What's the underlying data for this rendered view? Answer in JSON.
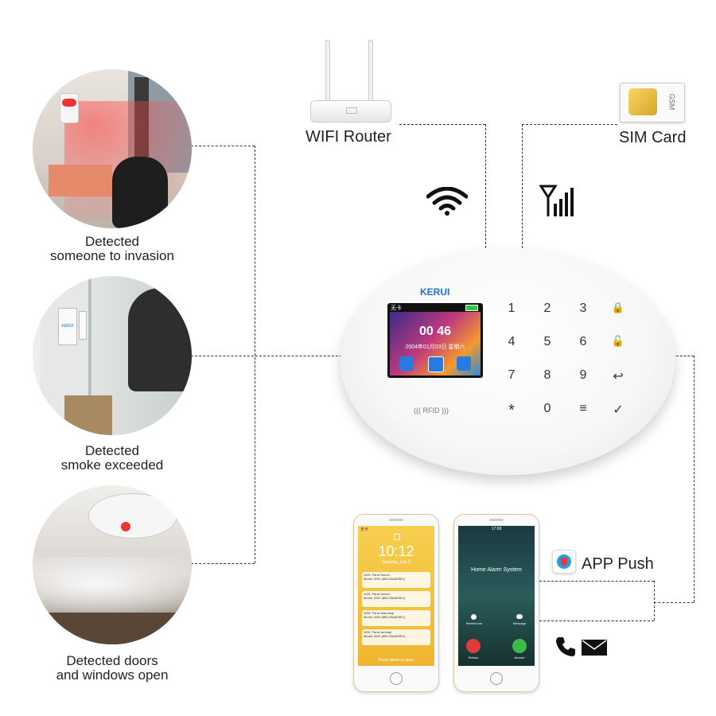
{
  "sensors": [
    {
      "caption_line1": "Detected",
      "caption_line2": "someone to invasion"
    },
    {
      "caption_line1": "Detected",
      "caption_line2": "smoke exceeded"
    },
    {
      "caption_line1": "Detected doors",
      "caption_line2": "and windows open"
    }
  ],
  "router": {
    "label": "WIFI Router"
  },
  "sim": {
    "label": "SIM Card",
    "chip_text": "GSM"
  },
  "app_push": {
    "label": "APP Push"
  },
  "panel": {
    "brand": "KERUI",
    "rfid": "RFID",
    "lcd_status": "无卡",
    "lcd_time": "00 46",
    "lcd_date": "2004年01月03日 星期六",
    "keys": [
      [
        "1",
        "2",
        "3",
        "🔒"
      ],
      [
        "4",
        "5",
        "6",
        "🔓"
      ],
      [
        "7",
        "8",
        "9",
        "↩"
      ],
      [
        "*",
        "0",
        "≡",
        "✓"
      ]
    ]
  },
  "phone1": {
    "status": "无卡",
    "time": "10:12",
    "date": "Saturday, July 3",
    "notifications": [
      {
        "line1": "W20: Panel home!",
        "line2": "Model: W20 (6BC43A8D9E1)"
      },
      {
        "line1": "W20: Panel home!",
        "line2": "Model: W20 (6BC43A8D9E1)"
      },
      {
        "line1": "W20: Panel alarming!",
        "line2": "Model: W20 (6BC43A8D9E1)"
      },
      {
        "line1": "W20: Panel arming!",
        "line2": "Model: W20 (6BC43A8D9E1)"
      }
    ],
    "footer": "Press home to open"
  },
  "phone2": {
    "time": "17:08",
    "caller": "Home Alarm System",
    "remind_label": "Remind me",
    "message_label": "Message",
    "refuse_label": "Refuse",
    "answer_label": "Answer"
  },
  "colors": {
    "accent_red": "#e23a3a",
    "answer_green": "#3dbb4a",
    "phone_yellow": "#f3c13a",
    "panel_blue": "#1e6fd0"
  }
}
